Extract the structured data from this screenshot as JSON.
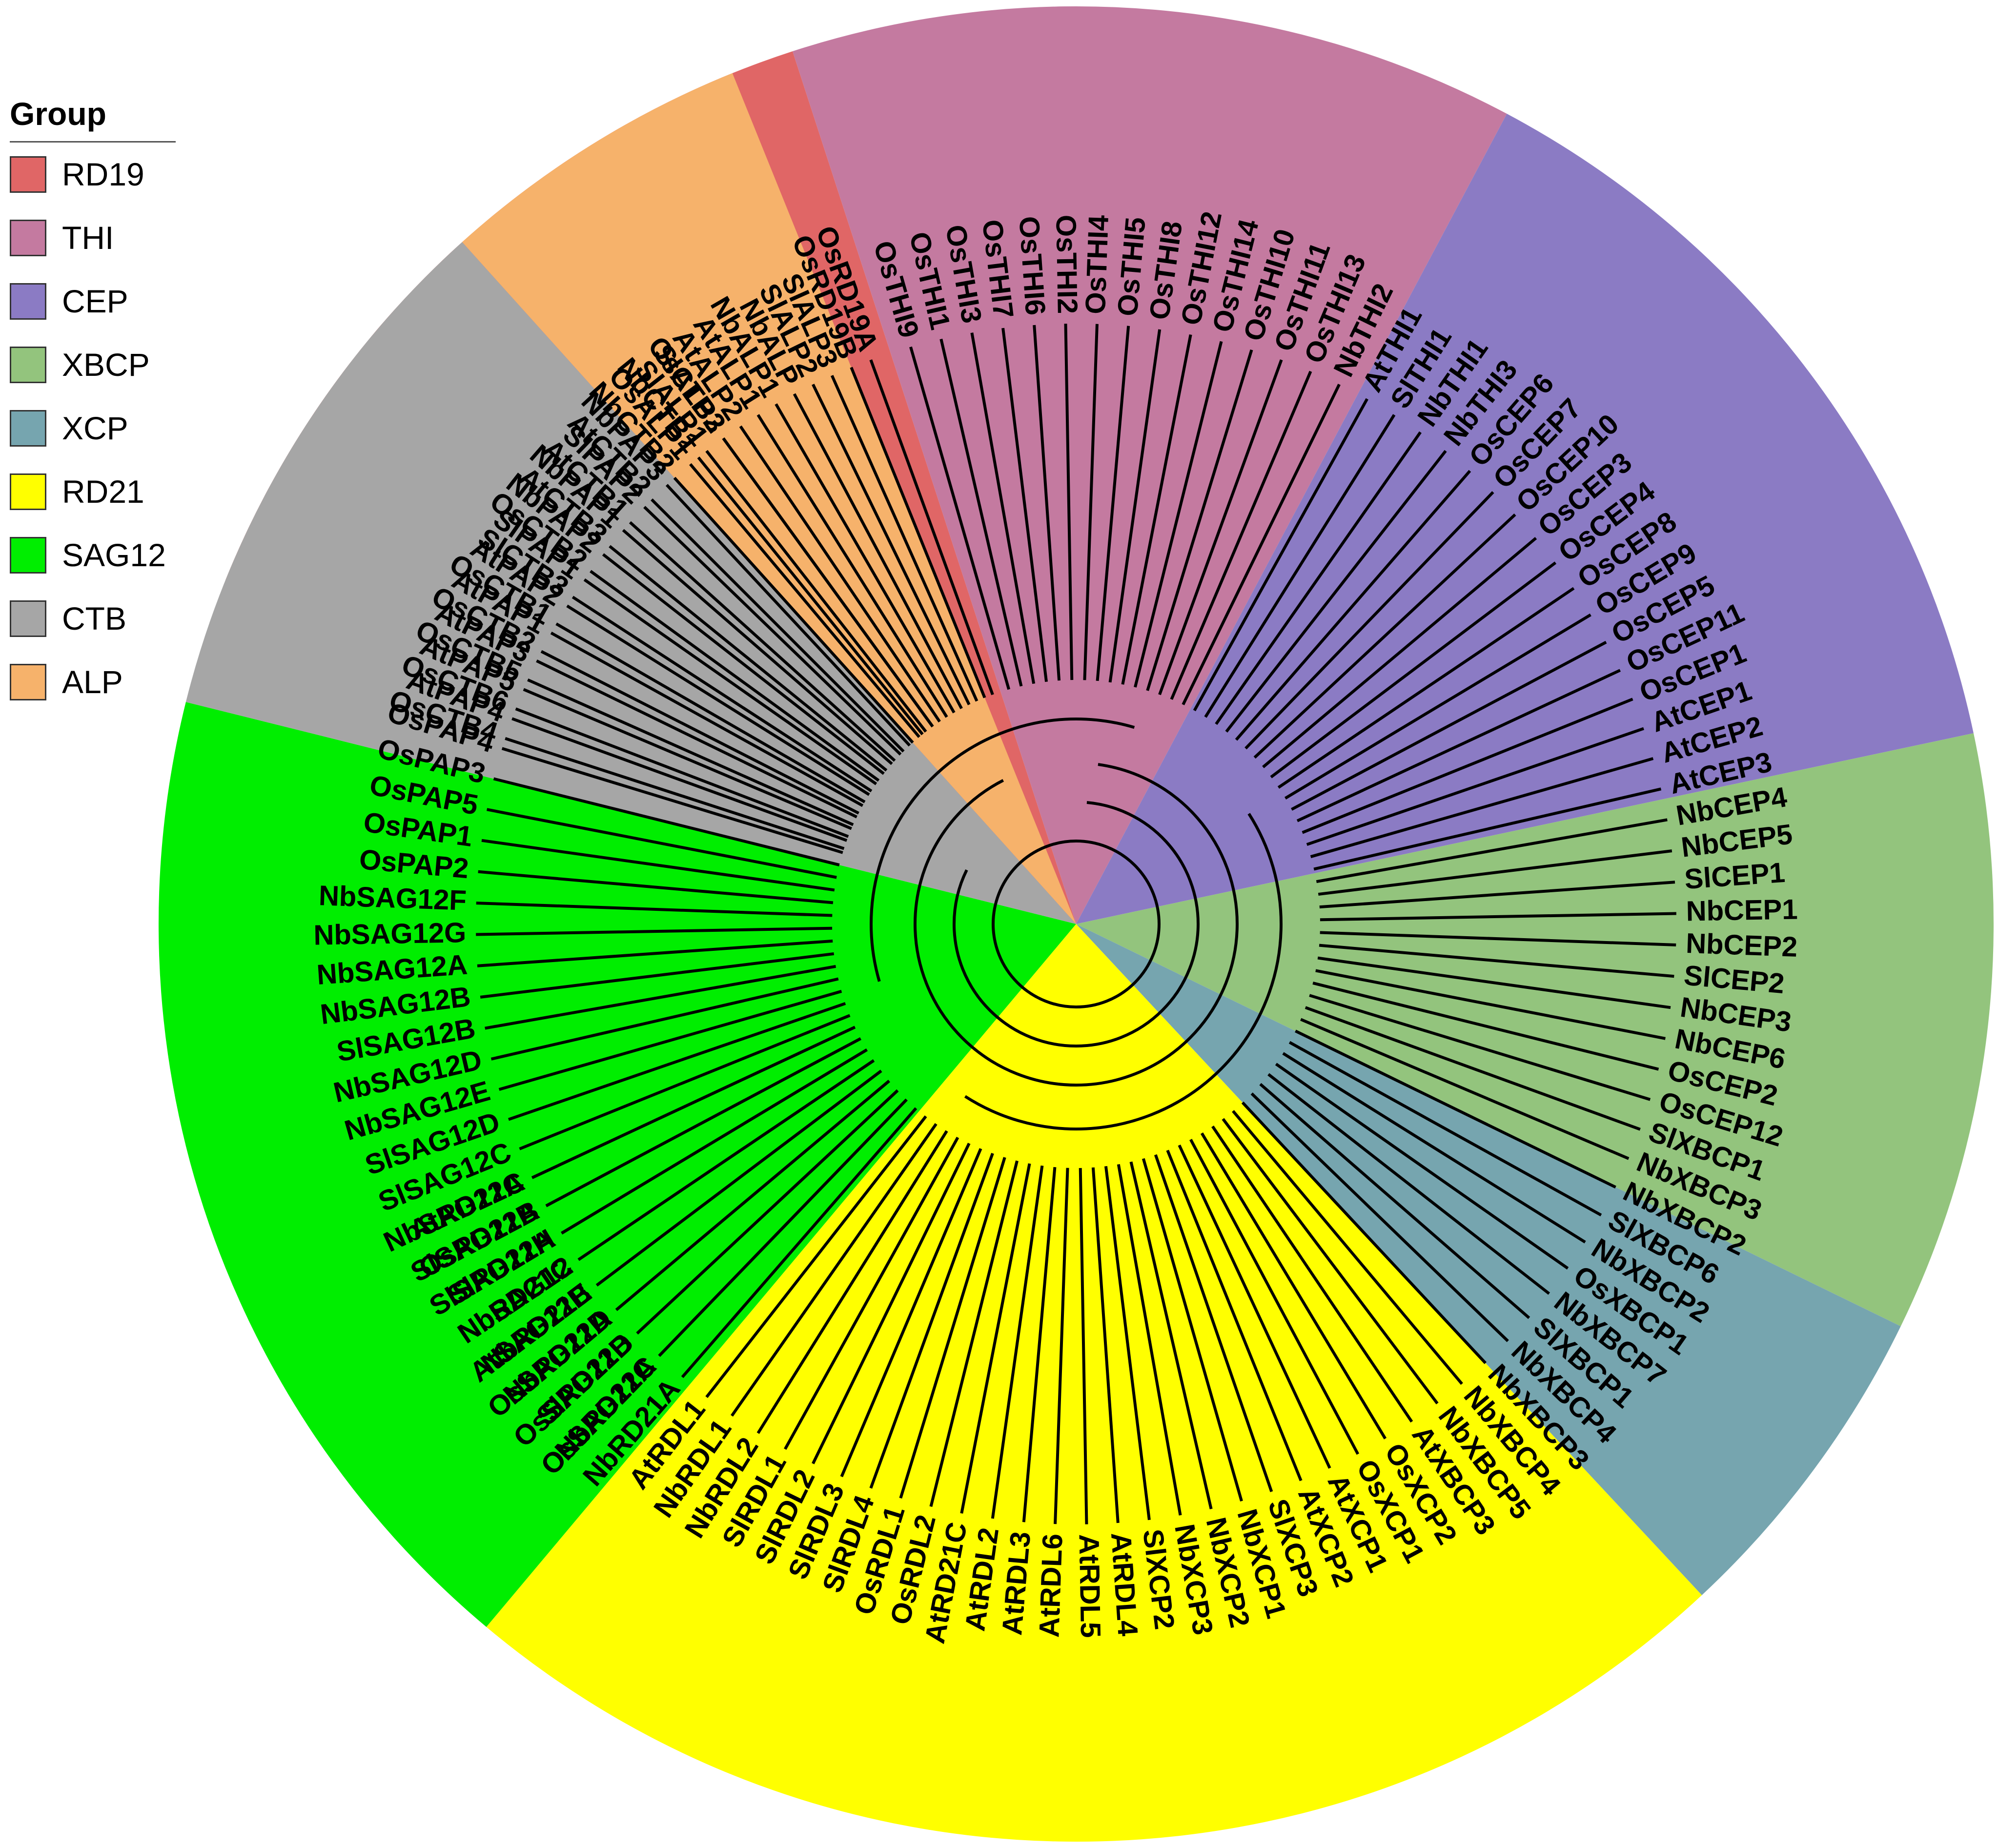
{
  "legend": {
    "title": "Group",
    "groups": [
      {
        "name": "RD19",
        "color": "#e06666"
      },
      {
        "name": "THI",
        "color": "#c47aa0"
      },
      {
        "name": "CEP",
        "color": "#8b7bc4"
      },
      {
        "name": "XBCP",
        "color": "#93c47d"
      },
      {
        "name": "XCP",
        "color": "#76a5af"
      },
      {
        "name": "RD21",
        "color": "#ffff00"
      },
      {
        "name": "SAG12",
        "color": "#00ee00"
      },
      {
        "name": "CTB",
        "color": "#a6a6a6"
      },
      {
        "name": "ALP",
        "color": "#f6b26b"
      }
    ]
  },
  "tree": {
    "sectors": [
      {
        "group": "RD19",
        "start": 292,
        "end": 342
      },
      {
        "group": "THI",
        "start": 342,
        "end": 28
      },
      {
        "group": "CEP",
        "start": 28,
        "end": 78
      },
      {
        "group": "XBCP",
        "start": 78,
        "end": 116
      },
      {
        "group": "XCP",
        "start": 116,
        "end": 137
      },
      {
        "group": "RD21",
        "start": 137,
        "end": 220
      },
      {
        "group": "SAG12",
        "start": 220,
        "end": 284
      },
      {
        "group": "CTB",
        "start": 284,
        "end": 318
      },
      {
        "group": "ALP",
        "start": 318,
        "end": 338
      }
    ],
    "leaves": [
      {
        "label": "OsTHI9",
        "angle": 344
      },
      {
        "label": "OsTHI1",
        "angle": 347
      },
      {
        "label": "OsTHI3",
        "angle": 350
      },
      {
        "label": "OsTHI7",
        "angle": 353
      },
      {
        "label": "OsTHI6",
        "angle": 356
      },
      {
        "label": "OsTHI2",
        "angle": 359
      },
      {
        "label": "OsTHI4",
        "angle": 2
      },
      {
        "label": "OsTHI5",
        "angle": 5
      },
      {
        "label": "OsTHI8",
        "angle": 8
      },
      {
        "label": "OsTHI12",
        "angle": 11
      },
      {
        "label": "OsTHI14",
        "angle": 14
      },
      {
        "label": "OsTHI10",
        "angle": 17
      },
      {
        "label": "OsTHI11",
        "angle": 20
      },
      {
        "label": "OsTHI13",
        "angle": 23
      },
      {
        "label": "NbTHI2",
        "angle": 26
      },
      {
        "label": "AtTHI1",
        "angle": 29
      },
      {
        "label": "SlTHI1",
        "angle": 32
      },
      {
        "label": "NbTHI1",
        "angle": 35
      },
      {
        "label": "NbTHI3",
        "angle": 38
      },
      {
        "label": "OsCEP6",
        "angle": 41
      },
      {
        "label": "OsCEP7",
        "angle": 44
      },
      {
        "label": "OsCEP10",
        "angle": 47
      },
      {
        "label": "OsCEP3",
        "angle": 50
      },
      {
        "label": "OsCEP4",
        "angle": 53
      },
      {
        "label": "OsCEP8",
        "angle": 56
      },
      {
        "label": "OsCEP9",
        "angle": 59
      },
      {
        "label": "OsCEP5",
        "angle": 62
      },
      {
        "label": "OsCEP11",
        "angle": 65
      },
      {
        "label": "OsCEP1",
        "angle": 68
      },
      {
        "label": "AtCEP1",
        "angle": 71
      },
      {
        "label": "AtCEP2",
        "angle": 74
      },
      {
        "label": "AtCEP3",
        "angle": 77
      },
      {
        "label": "NbCEP4",
        "angle": 80
      },
      {
        "label": "NbCEP5",
        "angle": 83
      },
      {
        "label": "SlCEP1",
        "angle": 86
      },
      {
        "label": "NbCEP1",
        "angle": 89
      },
      {
        "label": "NbCEP2",
        "angle": 92
      },
      {
        "label": "SlCEP2",
        "angle": 95
      },
      {
        "label": "NbCEP3",
        "angle": 98
      },
      {
        "label": "NbCEP6",
        "angle": 101
      },
      {
        "label": "OsCEP2",
        "angle": 104
      },
      {
        "label": "OsCEP12",
        "angle": 107
      },
      {
        "label": "SlXBCP1",
        "angle": 110
      },
      {
        "label": "NbXBCP3",
        "angle": 113
      },
      {
        "label": "NbXBCP2",
        "angle": 116
      },
      {
        "label": "SlXBCP6",
        "angle": 119
      },
      {
        "label": "NbXBCP2",
        "angle": 122
      },
      {
        "label": "OsXBCP1",
        "angle": 125
      },
      {
        "label": "NbXBCP7",
        "angle": 128
      },
      {
        "label": "SlXBCP1",
        "angle": 131
      },
      {
        "label": "NbXBCP4",
        "angle": 134
      },
      {
        "label": "NbXBCP3",
        "angle": 137
      },
      {
        "label": "NbXBCP4",
        "angle": 140
      },
      {
        "label": "NbXBCP5",
        "angle": 143
      },
      {
        "label": "AtXBCP3",
        "angle": 146
      },
      {
        "label": "OsXCP2",
        "angle": 149
      },
      {
        "label": "OsXCP1",
        "angle": 152
      },
      {
        "label": "AtXCP1",
        "angle": 155
      },
      {
        "label": "AtXCP2",
        "angle": 158
      },
      {
        "label": "SlXCP3",
        "angle": 161
      },
      {
        "label": "NbXCP1",
        "angle": 164
      },
      {
        "label": "NbXCP2",
        "angle": 167
      },
      {
        "label": "NbXCP3",
        "angle": 170
      },
      {
        "label": "SlXCP2",
        "angle": 173
      },
      {
        "label": "AtRDL4",
        "angle": 176
      },
      {
        "label": "AtRDL5",
        "angle": 179
      },
      {
        "label": "AtRDL6",
        "angle": 182
      },
      {
        "label": "AtRDL3",
        "angle": 185
      },
      {
        "label": "AtRDL2",
        "angle": 188
      },
      {
        "label": "AtRD21C",
        "angle": 191
      },
      {
        "label": "OsRDL2",
        "angle": 194
      },
      {
        "label": "OsRDL1",
        "angle": 197
      },
      {
        "label": "SlRDL4",
        "angle": 200
      },
      {
        "label": "SlRDL3",
        "angle": 203
      },
      {
        "label": "SlRDL2",
        "angle": 206
      },
      {
        "label": "SlRDL1",
        "angle": 209
      },
      {
        "label": "NbRDL2",
        "angle": 212
      },
      {
        "label": "NbRDL1",
        "angle": 215
      },
      {
        "label": "AtRDL1",
        "angle": 218
      },
      {
        "label": "NbRD21A",
        "angle": 221
      },
      {
        "label": "NbRD21A",
        "angle": 224
      },
      {
        "label": "SlRD21B",
        "angle": 227
      },
      {
        "label": "NbRD21D",
        "angle": 230
      },
      {
        "label": "NbRD21E",
        "angle": 233
      },
      {
        "label": "NbRD21C",
        "angle": 236
      },
      {
        "label": "SlRD21A",
        "angle": 239
      },
      {
        "label": "OsRD21B",
        "angle": 242
      },
      {
        "label": "AtRD21A",
        "angle": 245
      },
      {
        "label": "OsSAG12C",
        "angle": 224
      },
      {
        "label": "OsSAG12D",
        "angle": 227
      },
      {
        "label": "OsSAG12A",
        "angle": 230
      },
      {
        "label": "AtSAG12B",
        "angle": 233
      },
      {
        "label": "NbSAG12",
        "angle": 236
      },
      {
        "label": "SlSAG12H",
        "angle": 239
      },
      {
        "label": "SlSAG12A",
        "angle": 242
      },
      {
        "label": "NbSAG12C",
        "angle": 245
      },
      {
        "label": "SlSAG12C",
        "angle": 248
      },
      {
        "label": "SlSAG12D",
        "angle": 251
      },
      {
        "label": "NbSAG12E",
        "angle": 254
      },
      {
        "label": "NbSAG12D",
        "angle": 257
      },
      {
        "label": "SlSAG12B",
        "angle": 260
      },
      {
        "label": "NbSAG12B",
        "angle": 263
      },
      {
        "label": "NbSAG12A",
        "angle": 266
      },
      {
        "label": "NbSAG12G",
        "angle": 269
      },
      {
        "label": "NbSAG12F",
        "angle": 272
      },
      {
        "label": "OsPAP2",
        "angle": 275
      },
      {
        "label": "OsPAP1",
        "angle": 278
      },
      {
        "label": "OsPAP5",
        "angle": 281
      },
      {
        "label": "OsPAP3",
        "angle": 284
      },
      {
        "label": "OsPAP4",
        "angle": 287
      },
      {
        "label": "AtPAP4",
        "angle": 290
      },
      {
        "label": "AtPAP5",
        "angle": 293
      },
      {
        "label": "AtPAP3",
        "angle": 296
      },
      {
        "label": "AtPAP1",
        "angle": 299
      },
      {
        "label": "AtPAP2",
        "angle": 302
      },
      {
        "label": "SlPAP1",
        "angle": 305
      },
      {
        "label": "NbPAP2",
        "angle": 308
      },
      {
        "label": "NbPAP1",
        "angle": 311
      },
      {
        "label": "SlPAP2",
        "angle": 314
      },
      {
        "label": "NbPAP3",
        "angle": 317
      },
      {
        "label": "OsCTB4",
        "angle": 288
      },
      {
        "label": "OsCTB6",
        "angle": 291
      },
      {
        "label": "OsCTB5",
        "angle": 294
      },
      {
        "label": "OsCTB2",
        "angle": 297
      },
      {
        "label": "OsCTB1",
        "angle": 300
      },
      {
        "label": "SlCTB3",
        "angle": 303
      },
      {
        "label": "OsCTB2",
        "angle": 306
      },
      {
        "label": "AtCTB3",
        "angle": 309
      },
      {
        "label": "AtCTB1",
        "angle": 312
      },
      {
        "label": "AtCTB2",
        "angle": 315
      },
      {
        "label": "NbCTB2",
        "angle": 318
      },
      {
        "label": "NbCTB1",
        "angle": 321
      },
      {
        "label": "SlCTB3",
        "angle": 324
      },
      {
        "label": "OsALP1",
        "angle": 320
      },
      {
        "label": "SlALP1",
        "angle": 322
      },
      {
        "label": "OsALP2",
        "angle": 324
      },
      {
        "label": "AtALP2",
        "angle": 326
      },
      {
        "label": "AtALP1",
        "angle": 328
      },
      {
        "label": "NbALP1",
        "angle": 330
      },
      {
        "label": "NbALP",
        "angle": 332
      },
      {
        "label": "SlALP2",
        "angle": 334
      },
      {
        "label": "SlALP3",
        "angle": 336
      },
      {
        "label": "OsRD19B",
        "angle": 338
      },
      {
        "label": "OsRD19A",
        "angle": 340
      }
    ]
  }
}
